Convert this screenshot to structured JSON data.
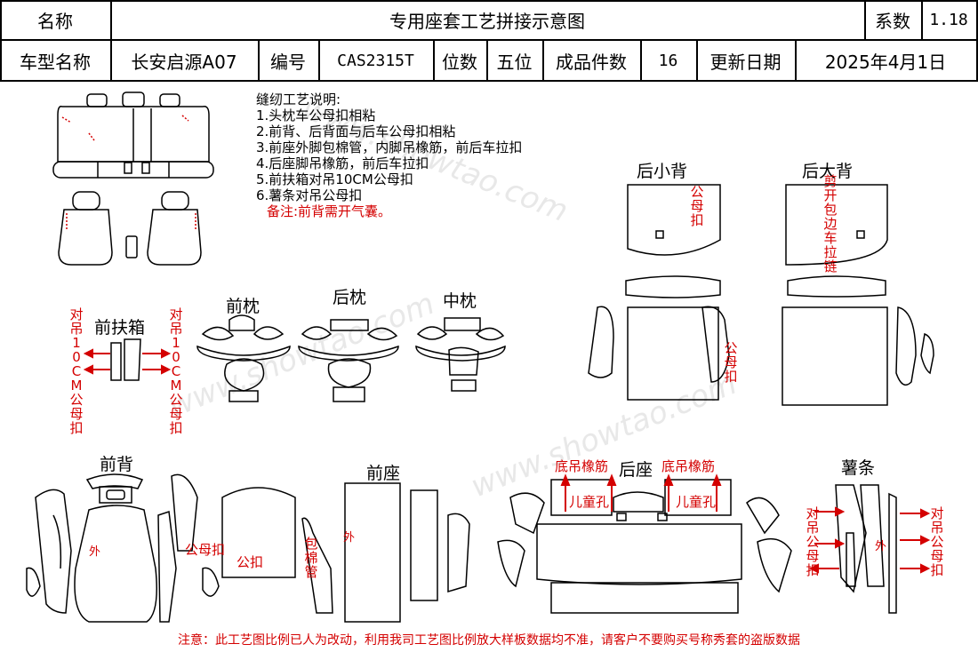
{
  "header": {
    "name_label": "名称",
    "title": "专用座套工艺拼接示意图",
    "coef_label": "系数",
    "coef_value": "1.18",
    "model_label": "车型名称",
    "model_value": "长安启源A07",
    "code_label": "编号",
    "code_value": "CAS2315T",
    "seats_label": "位数",
    "seats_value": "五位",
    "count_label": "成品件数",
    "count_value": "16",
    "date_label": "更新日期",
    "date_value": "2025年4月1日"
  },
  "notes": {
    "heading": "缝纫工艺说明:",
    "items": [
      "1.头枕车公母扣相粘",
      "2.前背、后背面与后车公母扣相粘",
      "3.前座外脚包棉管，内脚吊橡筋，前后车拉扣",
      "4.后座脚吊橡筋，前后车拉扣",
      "5.前扶箱对吊10CM公母扣",
      "6.薯条对吊公母扣"
    ],
    "remark": "备注:前背需开气囊。"
  },
  "sections": {
    "rear_small_back": "后小背",
    "rear_big_back": "后大背",
    "front_headrest": "前枕",
    "rear_headrest": "后枕",
    "middle_headrest": "中枕",
    "front_armrest": "前扶箱",
    "front_back": "前背",
    "front_seat": "前座",
    "rear_seat": "后座",
    "strips": "薯条"
  },
  "annotations": {
    "male_female_snap": "公母扣",
    "cut_zipper_edge": "剪开包边车拉链",
    "armrest_left": "对吊10CM公母扣",
    "armrest_right": "对吊10CM公母扣",
    "outer": "外",
    "male_female_snap_h": "公母扣",
    "male_snap": "公扣",
    "wrap_cotton_tube": "包棉管",
    "bottom_elastic_left": "底吊橡筋",
    "bottom_elastic_right": "底吊橡筋",
    "child_hole_left": "儿童孔",
    "child_hole_right": "儿童孔",
    "strip_left": "对吊公母扣",
    "strip_right": "对吊公母扣"
  },
  "footer": "注意：此工艺图比例已人为改动，利用我司工艺图比例放大样板数据均不准，请客户不要购买号称秀套的盗版数据",
  "watermark": "www.showtao.com",
  "colors": {
    "accent_red": "#d40000",
    "line": "#000000"
  }
}
